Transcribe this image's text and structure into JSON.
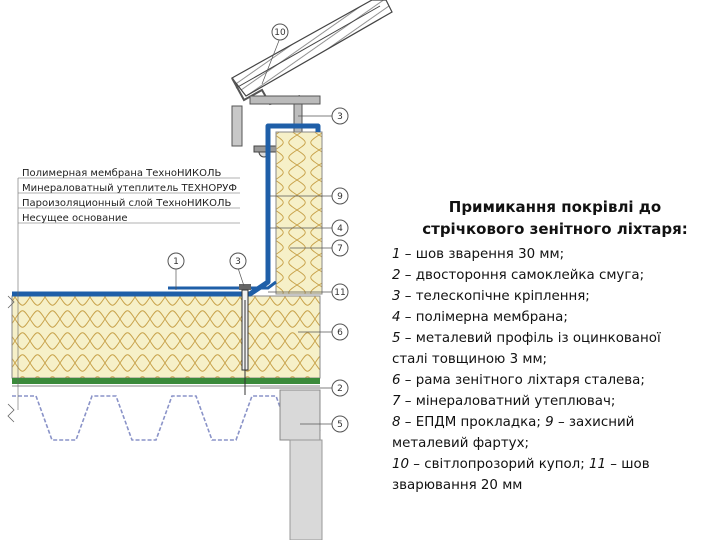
{
  "caption": {
    "title_line1": "Примикання покрівлі  до",
    "title_line2": "стрічкового зенітного ліхтаря:",
    "legend_lines": [
      [
        {
          "n": "1",
          "t": " – шов зварення 30 мм;"
        }
      ],
      [
        {
          "n": "2",
          "t": " – двостороння самоклейка смуга;"
        }
      ],
      [
        {
          "n": "3",
          "t": " – телескопічне кріплення;"
        }
      ],
      [
        {
          "n": "4",
          "t": " – полімерна мембрана;"
        }
      ],
      [
        {
          "n": "5",
          "t": " – металевий профіль із оцинкованої"
        }
      ],
      [
        {
          "n": "",
          "t": "сталі товщиною 3 мм;"
        }
      ],
      [
        {
          "n": "6",
          "t": " – рама зенітного ліхтаря сталева;"
        }
      ],
      [
        {
          "n": "7",
          "t": " – мінераловатний утеплювач;"
        }
      ],
      [
        {
          "n": "8",
          "t": " – ЕПДМ прокладка; "
        },
        {
          "n": "9",
          "t": " – захисний"
        }
      ],
      [
        {
          "n": "",
          "t": "металевий фартух;"
        }
      ],
      [
        {
          "n": "10",
          "t": " – світлопрозорий купол; "
        },
        {
          "n": "11",
          "t": " – шов"
        }
      ],
      [
        {
          "n": "",
          "t": "зварювання 20 мм"
        }
      ]
    ]
  },
  "layer_labels": [
    "Полимерная мембрана ТехноНИКОЛЬ",
    "Минераловатный утеплитель ТЕХНОРУФ",
    "Пароизоляционный слой ТехноНИКОЛЬ",
    "Несущее основание"
  ],
  "callouts": [
    "10",
    "3",
    "9",
    "4",
    "7",
    "11",
    "6",
    "2",
    "5",
    "1",
    "3"
  ],
  "colors": {
    "membrane": "#1f5fa8",
    "insulation_fill": "#f6f0c8",
    "insulation_fiber": "#c8a24a",
    "vapor_barrier": "#3a8a3a",
    "steel_deck": "#8a93c8",
    "concrete": "#d9d9d9",
    "frame": "#555555"
  }
}
